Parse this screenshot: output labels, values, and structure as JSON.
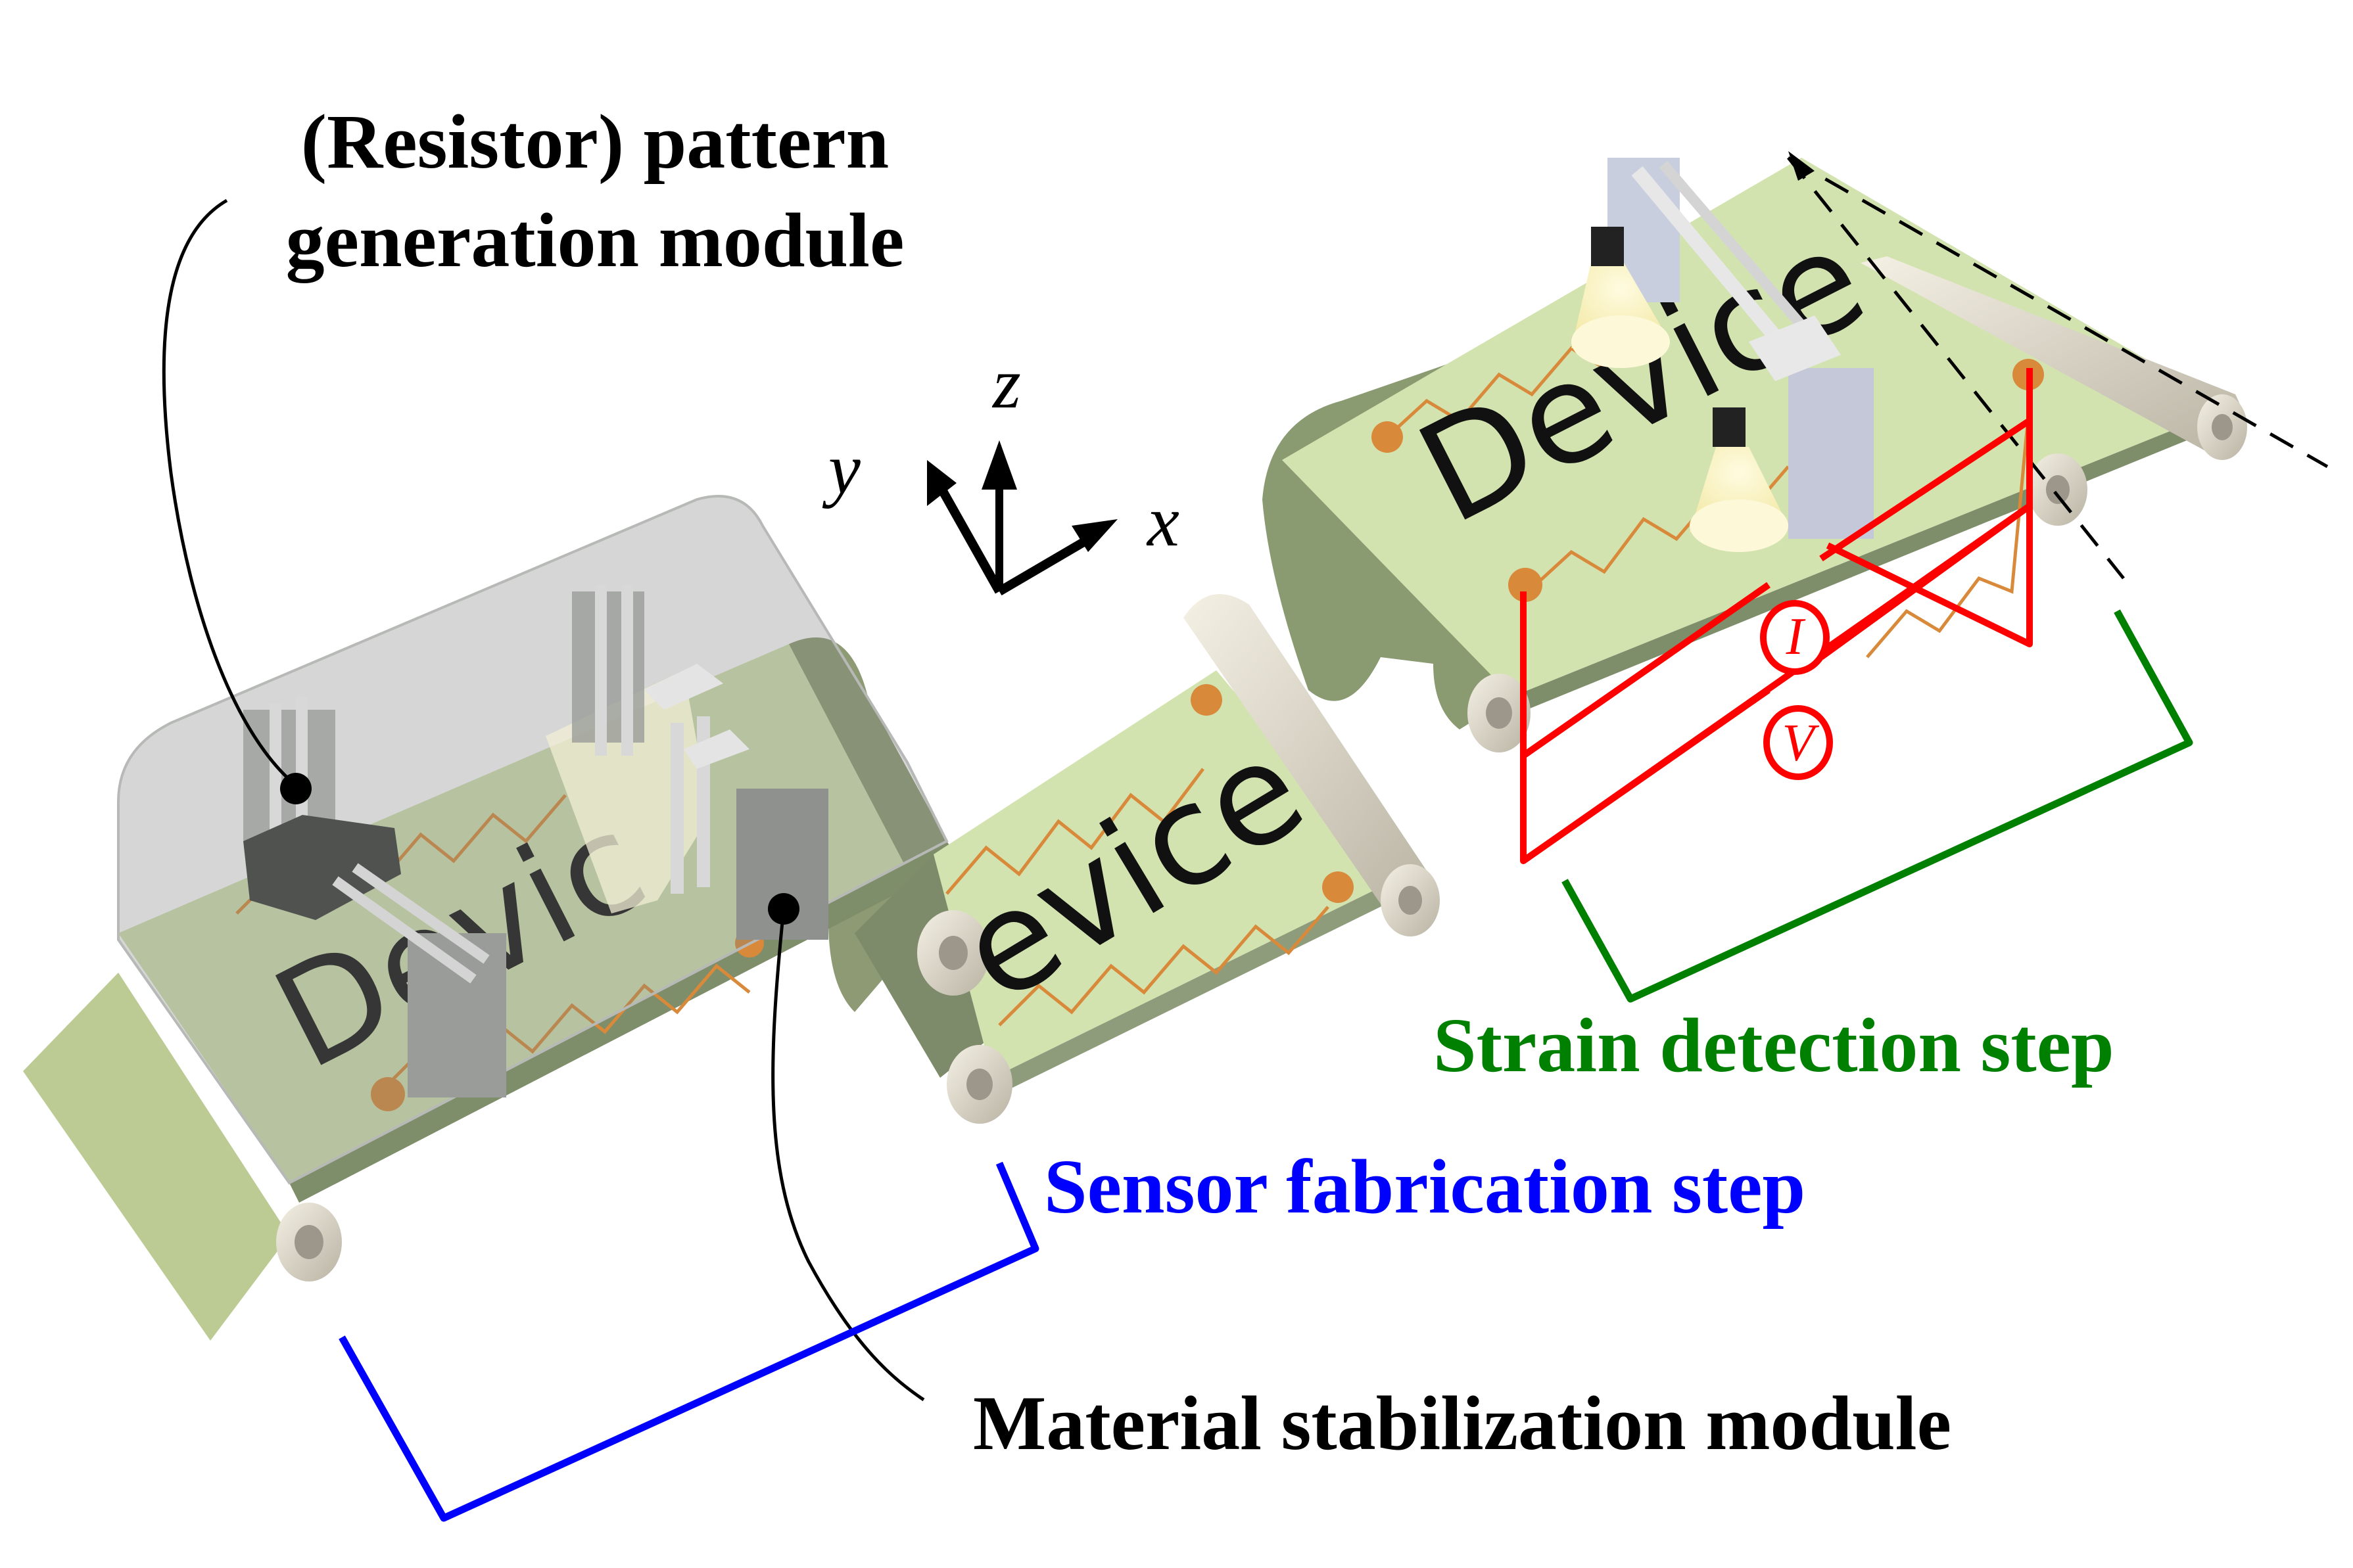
{
  "labels": {
    "pattern_module_line1": "(Resistor) pattern",
    "pattern_module_line2": "generation module",
    "stabilization_module": "Material stabilization module",
    "sensor_step": "Sensor fabrication step",
    "strain_step": "Strain detection step"
  },
  "axes": {
    "x": "x",
    "y": "y",
    "z": "z"
  },
  "devices": {
    "left": "Devic",
    "middle": "evice",
    "right": "Device"
  },
  "meters": {
    "current": "I",
    "voltage": "V"
  },
  "colors": {
    "belt": "#d3e3b0",
    "belt_side": "#7f8e6a",
    "resistor": "#d9893a",
    "circuit": "#ff0000",
    "sensor_step": "#0000ff",
    "strain_step": "#008000",
    "label": "#000000"
  }
}
